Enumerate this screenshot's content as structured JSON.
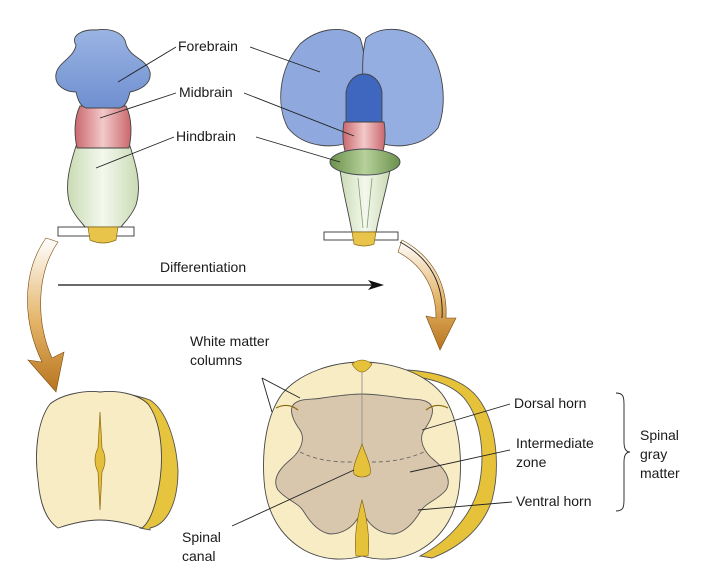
{
  "labels": {
    "forebrain": "Forebrain",
    "midbrain": "Midbrain",
    "hindbrain": "Hindbrain",
    "differentiation": "Differentiation",
    "white_matter_1": "White matter",
    "white_matter_2": "columns",
    "dorsal_horn": "Dorsal horn",
    "intermediate_1": "Intermediate",
    "intermediate_2": "zone",
    "ventral_horn": "Ventral horn",
    "spinal_canal_1": "Spinal",
    "spinal_canal_2": "canal",
    "gray_matter_1": "Spinal",
    "gray_matter_2": "gray",
    "gray_matter_3": "matter"
  },
  "colors": {
    "forebrain": "#7f9fd6",
    "forebrain_dark": "#4a72c4",
    "midbrain": "#d98a8e",
    "hindbrain": "#dfead0",
    "hindbrain_band": "#7fa35f",
    "cord_fill": "#f8ecc4",
    "cord_edge": "#e6c63a",
    "gray_matter": "#d8c7ad",
    "arrow": "#c9882f"
  }
}
